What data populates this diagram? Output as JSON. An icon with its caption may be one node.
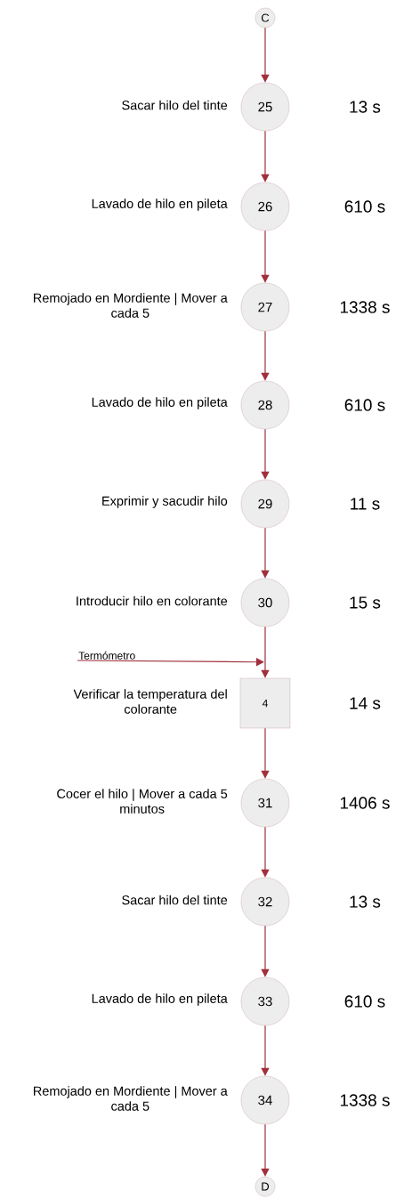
{
  "diagram": {
    "nodes": [
      {
        "text": [
          "C"
        ]
      },
      {
        "text": [
          "25"
        ],
        "beside": [
          "Sacar hilo del tinte",
          "13 s"
        ]
      },
      {
        "text": [
          "26"
        ],
        "beside": [
          "Lavado de hilo en pileta",
          "610 s"
        ]
      },
      {
        "text": [
          "27"
        ],
        "beside": [
          "Remojado en Mordiente | Mover a cada 5",
          "1338 s"
        ]
      },
      {
        "text": [
          "28"
        ],
        "beside": [
          "Lavado de hilo en pileta",
          "610 s"
        ]
      },
      {
        "text": [
          "29"
        ],
        "beside": [
          "Exprimir y sacudir hilo",
          "11 s"
        ]
      },
      {
        "text": [
          "30"
        ],
        "beside": [
          "Introducir hilo en colorante",
          "15 s"
        ]
      },
      {
        "text": [
          "Termómetro"
        ]
      },
      {
        "text": [
          "4"
        ],
        "beside": [
          "Verificar la temperatura del colorante",
          "14 s"
        ]
      },
      {
        "text": [
          "31"
        ],
        "beside": [
          "Cocer el hilo | Mover a cada 5 minutos",
          "1406 s"
        ]
      },
      {
        "text": [
          "32"
        ],
        "beside": [
          "Sacar hilo del tinte",
          "13 s"
        ]
      },
      {
        "text": [
          "33"
        ],
        "beside": [
          "Lavado de hilo en pileta",
          "610 s"
        ]
      },
      {
        "text": [
          "34"
        ],
        "beside": [
          "Remojado en Mordiente | Mover a cada 5",
          "1338 s"
        ]
      },
      {
        "text": [
          "D"
        ]
      }
    ],
    "edges": [
      {
        "from": 0,
        "to": 1,
        "arrow": "to"
      },
      {
        "from": 1,
        "to": 2,
        "arrow": "to"
      },
      {
        "from": 2,
        "to": 3,
        "arrow": "to"
      },
      {
        "from": 3,
        "to": 4,
        "arrow": "to"
      },
      {
        "from": 4,
        "to": 5,
        "arrow": "to"
      },
      {
        "from": 5,
        "to": 6,
        "arrow": "to"
      },
      {
        "from": 6,
        "to": 8,
        "arrow": "to"
      },
      {
        "from": 7,
        "to": 8,
        "arrow": "to"
      },
      {
        "from": 8,
        "to": 9,
        "arrow": "to"
      },
      {
        "from": 9,
        "to": 10,
        "arrow": "to"
      },
      {
        "from": 10,
        "to": 11,
        "arrow": "to"
      },
      {
        "from": 11,
        "to": 12,
        "arrow": "to"
      },
      {
        "from": 12,
        "to": 13,
        "arrow": "to"
      }
    ]
  }
}
